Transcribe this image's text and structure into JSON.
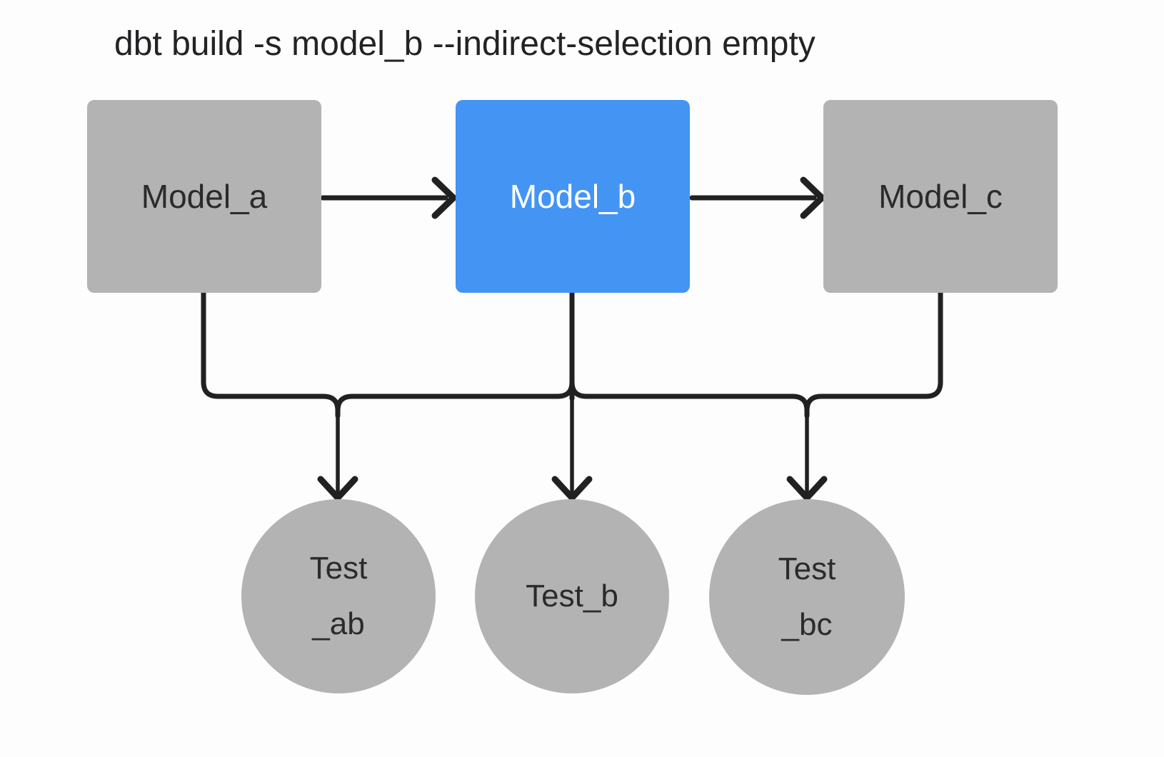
{
  "title": "dbt build -s model_b --indirect-selection empty",
  "nodes": {
    "model_a": {
      "label": "Model_a",
      "type": "model",
      "state": "unselected"
    },
    "model_b": {
      "label": "Model_b",
      "type": "model",
      "state": "selected"
    },
    "model_c": {
      "label": "Model_c",
      "type": "model",
      "state": "unselected"
    },
    "test_ab": {
      "label_line1": "Test",
      "label_line2": "_ab",
      "type": "test"
    },
    "test_b": {
      "label_line1": "Test_b",
      "label_line2": "",
      "type": "test"
    },
    "test_bc": {
      "label_line1": "Test",
      "label_line2": "_bc",
      "type": "test"
    }
  },
  "edges": [
    {
      "from": "model_a",
      "to": "model_b"
    },
    {
      "from": "model_b",
      "to": "model_c"
    },
    {
      "from": "model_a",
      "to": "test_ab"
    },
    {
      "from": "model_b",
      "to": "test_ab"
    },
    {
      "from": "model_b",
      "to": "test_b"
    },
    {
      "from": "model_b",
      "to": "test_bc"
    },
    {
      "from": "model_c",
      "to": "test_bc"
    }
  ],
  "colors": {
    "background": "#fdfdfd",
    "node_fill": "#b3b3b3",
    "selected_fill": "#4494f4",
    "edge": "#212121",
    "node_text": "#2b2b2b",
    "selected_text": "#ffffff",
    "title_text": "#232326"
  }
}
